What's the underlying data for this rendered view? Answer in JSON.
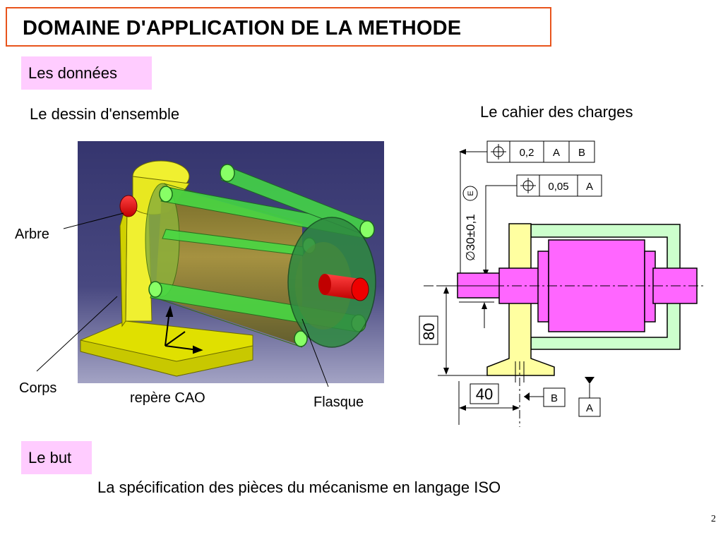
{
  "slide": {
    "title": "DOMAINE D'APPLICATION DE LA METHODE",
    "page_number": "2"
  },
  "section_data": {
    "heading": "Les données"
  },
  "section_goal": {
    "heading": "Le but",
    "text": "La spécification des pièces du mécanisme en langage ISO"
  },
  "assembly": {
    "heading": "Le dessin d'ensemble",
    "labels": {
      "shaft": "Arbre",
      "body": "Corps",
      "cad_frame": "repère CAO",
      "flange": "Flasque"
    }
  },
  "spec": {
    "heading": "Le cahier des charges",
    "frame1": {
      "symbol": "position-icon",
      "tolerance": "0,2",
      "datum1": "A",
      "datum2": "B"
    },
    "frame2": {
      "symbol": "position-icon",
      "tolerance": "0,05",
      "datum1": "A"
    },
    "diameter": "∅30±0,1",
    "envelope": "E",
    "dim_height": "80",
    "dim_width": "40",
    "datum_b": "B",
    "datum_a": "A"
  },
  "colors": {
    "title_border": "#e8541c",
    "pill_bg": "#ffccff",
    "render_bg": "#404078",
    "part_yellow": "#ffffa0",
    "part_green": "#ccffcc",
    "part_magenta": "#ff66ff"
  }
}
